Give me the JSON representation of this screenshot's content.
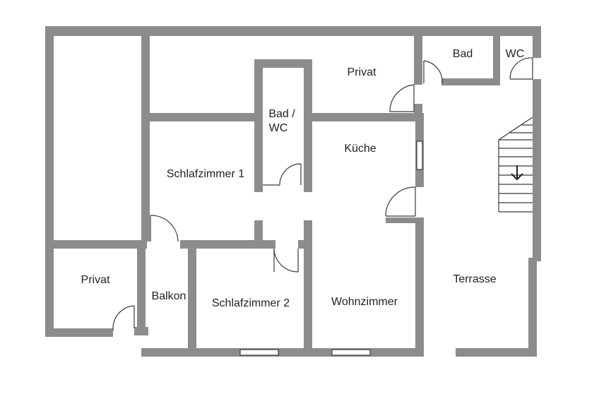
{
  "rooms": {
    "privat_top": "Privat",
    "bad_right": "Bad",
    "wc_right": "WC",
    "bad_wc_line1": "Bad /",
    "bad_wc_line2": "WC",
    "kueche": "Küche",
    "schlafzimmer1": "Schlafzimmer 1",
    "privat_left": "Privat",
    "balkon": "Balkon",
    "schlafzimmer2": "Schlafzimmer 2",
    "wohnzimmer": "Wohnzimmer",
    "terrasse": "Terrasse"
  },
  "icons": {
    "stair_arrow": "arrow-down-icon"
  },
  "colors": {
    "wall": "#8c8c8c",
    "line": "#3a3a3a",
    "background": "#ffffff"
  }
}
